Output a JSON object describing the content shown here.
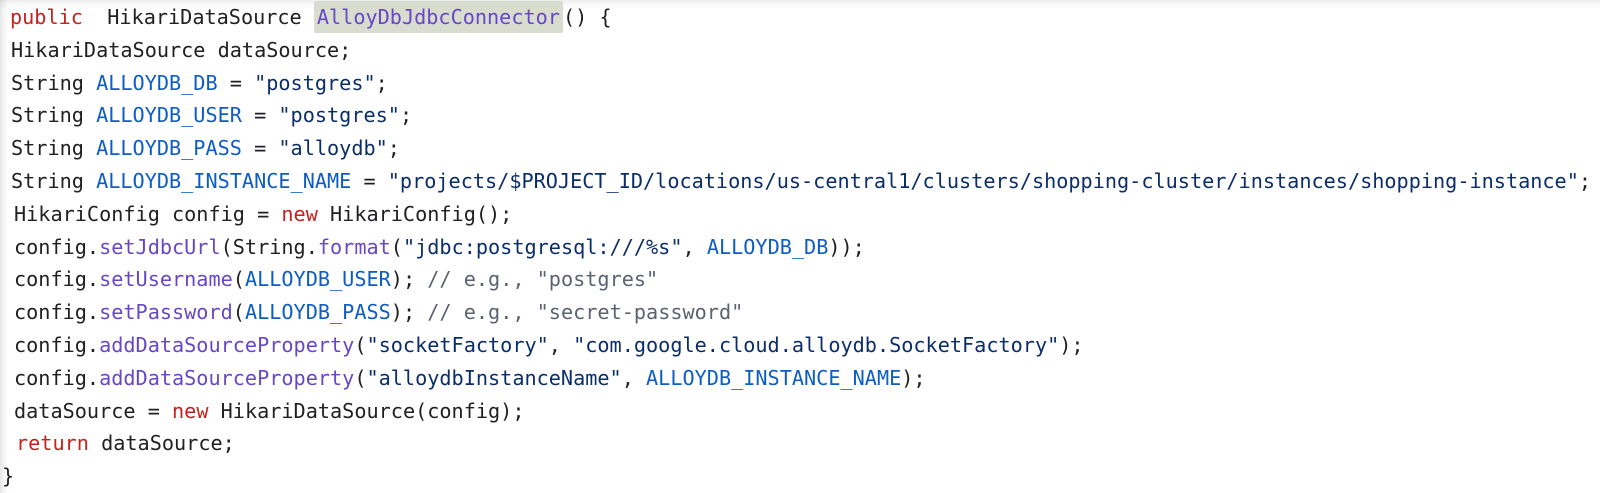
{
  "code_block": {
    "language": "java",
    "highlighted_symbol": "AlloyDbJdbcConnector",
    "colors": {
      "plain": "#202124",
      "keyword": "#c5221f",
      "constant": "#0d5dc4",
      "string": "#0b2e69",
      "comment": "#5c6370",
      "method": "#6847c6",
      "highlight_bg": "#d8ddd0"
    },
    "lines": [
      {
        "indent": 10,
        "tokens": [
          [
            "keyword",
            "public"
          ],
          [
            "plain",
            "  HikariDataSource "
          ],
          [
            "method_hl",
            "AlloyDbJdbcConnector"
          ],
          [
            "plain",
            "() {"
          ]
        ]
      },
      {
        "indent": 11,
        "tokens": [
          [
            "plain",
            "HikariDataSource dataSource;"
          ]
        ]
      },
      {
        "indent": 11,
        "tokens": [
          [
            "plain",
            "String "
          ],
          [
            "constant",
            "ALLOYDB_DB"
          ],
          [
            "plain",
            " = "
          ],
          [
            "string",
            "\"postgres\""
          ],
          [
            "plain",
            ";"
          ]
        ]
      },
      {
        "indent": 11,
        "tokens": [
          [
            "plain",
            "String "
          ],
          [
            "constant",
            "ALLOYDB_USER"
          ],
          [
            "plain",
            " = "
          ],
          [
            "string",
            "\"postgres\""
          ],
          [
            "plain",
            ";"
          ]
        ]
      },
      {
        "indent": 11,
        "tokens": [
          [
            "plain",
            "String "
          ],
          [
            "constant",
            "ALLOYDB_PASS"
          ],
          [
            "plain",
            " = "
          ],
          [
            "string",
            "\"alloydb\""
          ],
          [
            "plain",
            ";"
          ]
        ]
      },
      {
        "indent": 11,
        "tokens": [
          [
            "plain",
            "String "
          ],
          [
            "constant",
            "ALLOYDB_INSTANCE_NAME"
          ],
          [
            "plain",
            " = "
          ],
          [
            "string",
            "\"projects/$PROJECT_ID/locations/us-central1/clusters/shopping-cluster/instances/shopping-instance\""
          ],
          [
            "plain",
            ";"
          ]
        ]
      },
      {
        "indent": 14,
        "tokens": [
          [
            "plain",
            "HikariConfig config = "
          ],
          [
            "keyword",
            "new"
          ],
          [
            "plain",
            " HikariConfig();"
          ]
        ]
      },
      {
        "indent": 14,
        "tokens": [
          [
            "plain",
            "config."
          ],
          [
            "method",
            "setJdbcUrl"
          ],
          [
            "plain",
            "(String."
          ],
          [
            "method",
            "format"
          ],
          [
            "plain",
            "("
          ],
          [
            "string",
            "\"jdbc:postgresql:///%s\""
          ],
          [
            "plain",
            ", "
          ],
          [
            "constant",
            "ALLOYDB_DB"
          ],
          [
            "plain",
            "));"
          ]
        ]
      },
      {
        "indent": 14,
        "tokens": [
          [
            "plain",
            "config."
          ],
          [
            "method",
            "setUsername"
          ],
          [
            "plain",
            "("
          ],
          [
            "constant",
            "ALLOYDB_USER"
          ],
          [
            "plain",
            "); "
          ],
          [
            "comment",
            "// e.g., \"postgres\""
          ]
        ]
      },
      {
        "indent": 14,
        "tokens": [
          [
            "plain",
            "config."
          ],
          [
            "method",
            "setPassword"
          ],
          [
            "plain",
            "("
          ],
          [
            "constant",
            "ALLOYDB_PASS"
          ],
          [
            "plain",
            "); "
          ],
          [
            "comment",
            "// e.g., \"secret-password\""
          ]
        ]
      },
      {
        "indent": 14,
        "tokens": [
          [
            "plain",
            "config."
          ],
          [
            "method",
            "addDataSourceProperty"
          ],
          [
            "plain",
            "("
          ],
          [
            "string",
            "\"socketFactory\""
          ],
          [
            "plain",
            ", "
          ],
          [
            "string",
            "\"com.google.cloud.alloydb.SocketFactory\""
          ],
          [
            "plain",
            ");"
          ]
        ]
      },
      {
        "indent": 14,
        "tokens": [
          [
            "plain",
            "config."
          ],
          [
            "method",
            "addDataSourceProperty"
          ],
          [
            "plain",
            "("
          ],
          [
            "string",
            "\"alloydbInstanceName\""
          ],
          [
            "plain",
            ", "
          ],
          [
            "constant",
            "ALLOYDB_INSTANCE_NAME"
          ],
          [
            "plain",
            ");"
          ]
        ]
      },
      {
        "indent": 14,
        "tokens": [
          [
            "plain",
            "dataSource = "
          ],
          [
            "keyword",
            "new"
          ],
          [
            "plain",
            " HikariDataSource(config);"
          ]
        ]
      },
      {
        "indent": 16,
        "tokens": [
          [
            "keyword",
            "return"
          ],
          [
            "plain",
            " dataSource;"
          ]
        ]
      },
      {
        "indent": 2,
        "tokens": [
          [
            "plain",
            "}"
          ]
        ]
      }
    ]
  }
}
